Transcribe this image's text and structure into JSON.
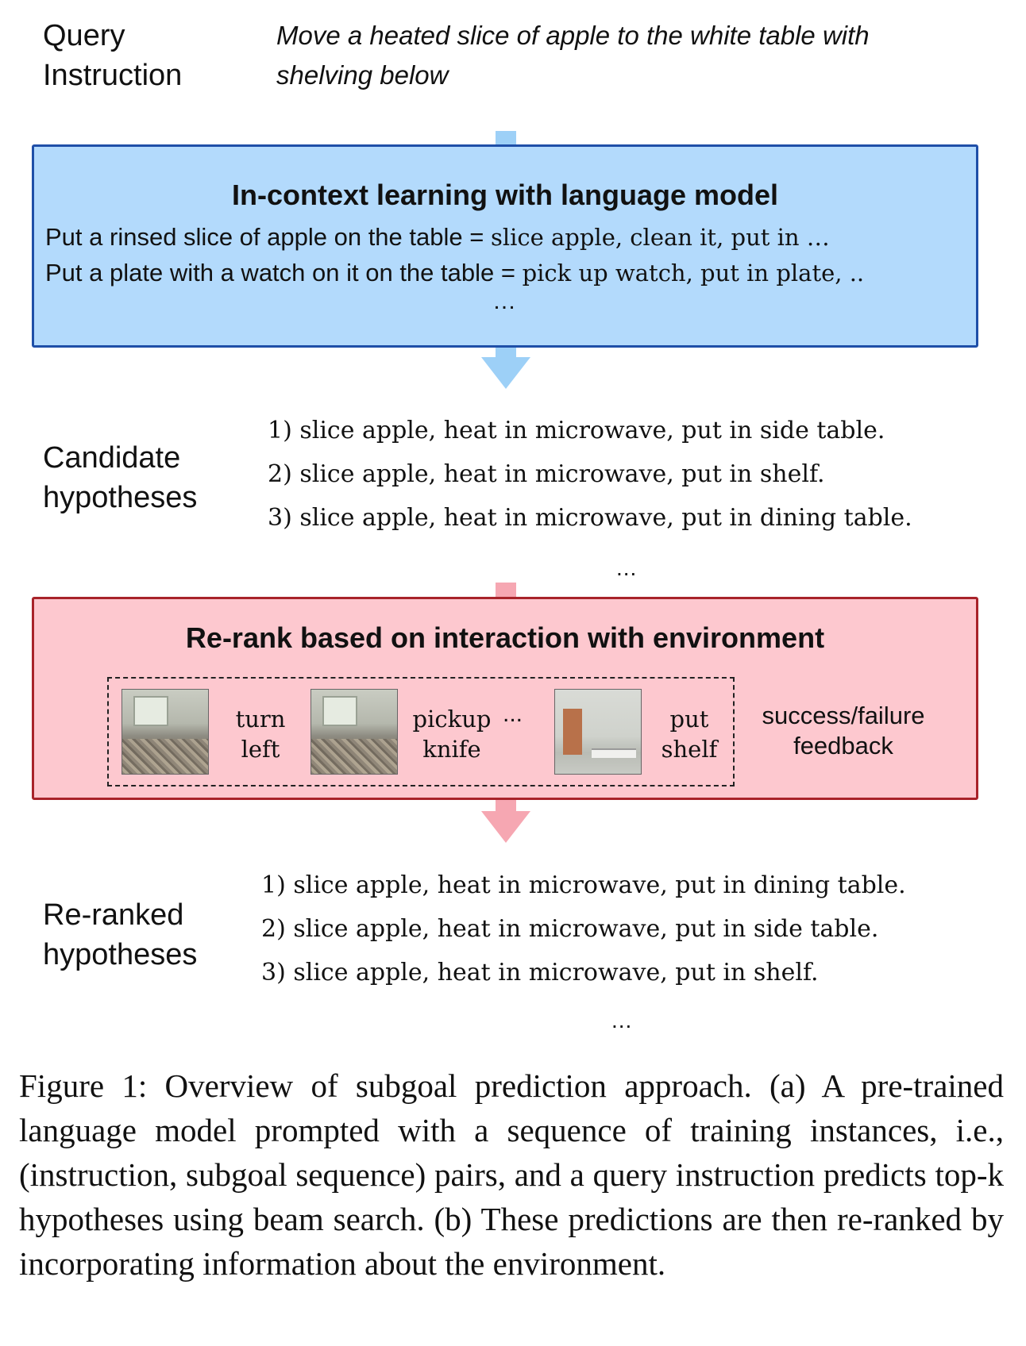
{
  "query": {
    "label_line1": "Query",
    "label_line2": "Instruction",
    "text_line1": "Move a heated slice of apple to the white table with",
    "text_line2": "shelving below"
  },
  "icl_box": {
    "title": "In-context learning with language model",
    "examples": [
      {
        "instruction": "Put a rinsed slice of apple on the table = ",
        "subgoals": "slice apple, clean it, put in …"
      },
      {
        "instruction": "Put a plate with a watch on it on the table = ",
        "subgoals": "pick up watch, put in plate, .."
      }
    ],
    "ellipsis": "…"
  },
  "candidates": {
    "label_line1": "Candidate",
    "label_line2": "hypotheses",
    "items": [
      "1) slice apple, heat in microwave, put in side table.",
      "2) slice apple, heat in microwave, put in shelf.",
      "3) slice apple, heat in microwave, put in dining table."
    ],
    "ellipsis": "..."
  },
  "rerank_box": {
    "title": "Re-rank based on interaction with environment",
    "actions": [
      {
        "line1": "turn",
        "line2": "left"
      },
      {
        "line1": "pickup",
        "line2": "knife"
      },
      {
        "line1": "put",
        "line2": "shelf"
      }
    ],
    "dots": "...",
    "feedback_line1": "success/failure",
    "feedback_line2": "feedback"
  },
  "reranked": {
    "label_line1": "Re-ranked",
    "label_line2": "hypotheses",
    "items": [
      "1) slice apple, heat in microwave, put in dining table.",
      "2) slice apple, heat in microwave, put in side table.",
      "3) slice apple, heat in microwave, put in shelf."
    ],
    "ellipsis": "..."
  },
  "caption": "Figure 1: Overview of subgoal prediction approach. (a) A pre-trained language model prompted with a sequence of training instances, i.e., (instruction, subgoal sequence) pairs, and a query instruction predicts top-k hypotheses using beam search. (b) These predictions are then re-ranked by incorporating information about the environment.",
  "colors": {
    "blue_fill": "#b3dafc",
    "blue_border": "#1f4fa8",
    "red_fill": "#fdc8cf",
    "red_border": "#a8232a",
    "arrow_blue": "#9dd0f7",
    "arrow_red": "#f6a7b2"
  }
}
